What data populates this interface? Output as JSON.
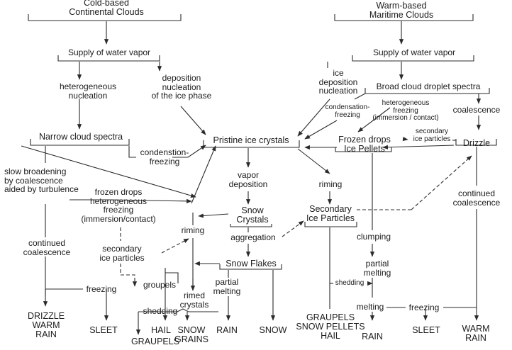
{
  "labels": {
    "cold_based_clouds": "Cold-based\nContinental Clouds",
    "warm_based_clouds": "Warm-based\nMaritime Clouds",
    "supply_water_vapor_left": "Supply of water vapor",
    "supply_water_vapor_right": "Supply of water vapor",
    "heterogeneous_nucleation": "heterogeneous\nnucleation",
    "deposition_nucleation_ice_phase": "deposition\nnucleation\nof the ice phase",
    "ice_deposition_nucleation": "ice\ndeposition\nnucleation",
    "broad_cloud_droplet_spectra": "Broad cloud droplet spectra",
    "condensation_freezing_right": "condensation-\nfreezing",
    "heterogeneous_freezing_right": "heterogeneous\nfreezing\n(immersion / contact)",
    "coalescence_right": "coalescence",
    "secondary_ice_particles_right": "secondary\nice particles",
    "narrow_cloud_spectra": "Narrow cloud spectra",
    "condensation_freezing_left": "condenstion-\nfreezing",
    "pristine_ice_crystals": "Pristine ice crystals",
    "frozen_drops_ice_pellets": "Frozen drops\nIce Pellets",
    "drizzle": "Drizzle",
    "slow_broadening": "slow broadening\nby coalescence\naided by turbulence",
    "frozen_drops_heterogeneous_freezing": "frozen drops\nheterogeneous\nfreezing\n(immersion/contact)",
    "vapor_deposition": "vapor\ndeposition",
    "riming_right": "riming",
    "continued_coalescence_right": "continued\ncoalescence",
    "snow_crystals": "Snow\nCrystals",
    "secondary_ice_particles_center": "Secondary\nIce Particles",
    "riming_left": "riming",
    "aggregation": "aggregation",
    "clumping": "clumping",
    "continued_coalescence_left": "continued\ncoalescence",
    "secondary_ice_particles_left": "secondary\nice particles",
    "snow_flakes": "Snow Flakes",
    "partial_melting_right": "partial\nmelting",
    "groupels": "groupels",
    "partial_melting_center": "partial\nmelting",
    "freezing_left": "freezing",
    "rimed_crystals": "rimed\ncrystals",
    "shedding_right": "shedding",
    "shedding_left": "shedding",
    "melting": "melting",
    "freezing_right": "freezing",
    "drizzle_warm_rain_left": "DRIZZLE\nWARM\nRAIN",
    "sleet_left": "SLEET",
    "hail_left": "HAIL",
    "snow_grains": "SNOW\nGRAINS",
    "rain_center": "RAIN",
    "snow": "SNOW",
    "graupels_snow_pellets_hail": "GRAUPELS\nSNOW PELLETS\nHAIL",
    "rain_right": "RAIN",
    "sleet_right": "SLEET",
    "warm_rain_right": "WARM\nRAIN",
    "graupels_bottom": "GRAUPELS"
  }
}
